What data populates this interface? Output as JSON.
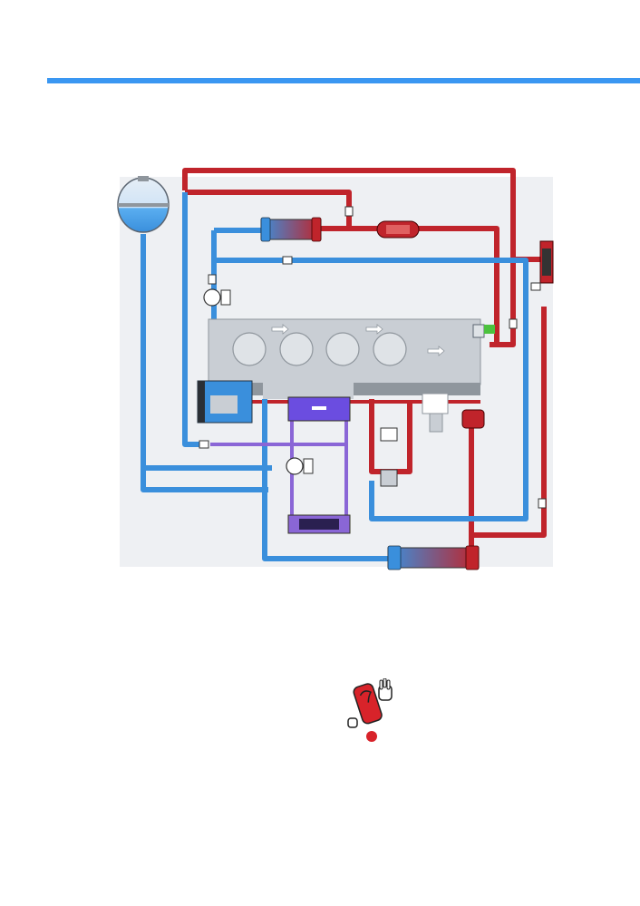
{
  "page": {
    "header_bar_color": "#3a97f2"
  },
  "diagram": {
    "colors": {
      "hot": "#c0242b",
      "cold": "#3a8fdc",
      "aux": "#8a66d6",
      "engine": "#c9ced4",
      "engine_dark": "#8f969d",
      "panel": "#eef0f3"
    },
    "components": [
      "expansion-tank",
      "engine-block",
      "radiator",
      "heater-core",
      "egr-cooler",
      "oil-cooler",
      "water-pump",
      "thermostat",
      "coolant-pump",
      "shutoff-valve"
    ]
  },
  "warning": {
    "icon": "warning-exclamation-icon",
    "color": "#d8232a"
  }
}
